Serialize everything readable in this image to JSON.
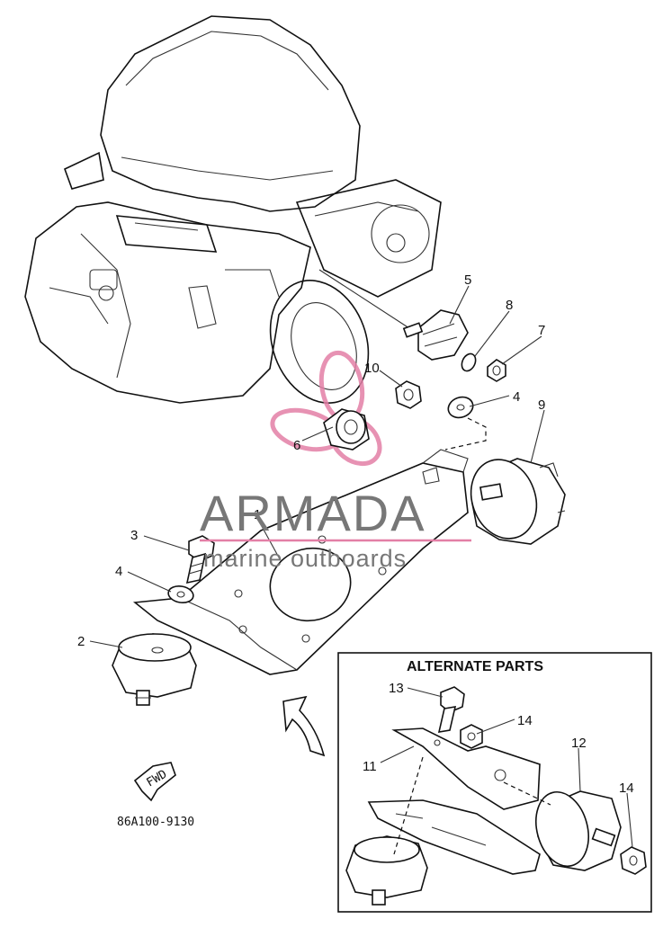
{
  "watermark": {
    "brand": "ARMADA",
    "tagline": "marine outboards",
    "brand_color": "#777777",
    "accent_color": "#e37fa6"
  },
  "callouts": {
    "c1": "1",
    "c2": "2",
    "c3": "3",
    "c4a": "4",
    "c4b": "4",
    "c5": "5",
    "c6": "6",
    "c7": "7",
    "c8": "8",
    "c9": "9",
    "c10": "10",
    "c11": "11",
    "c12": "12",
    "c13": "13",
    "c14a": "14",
    "c14b": "14"
  },
  "alternate_box": {
    "title": "ALTERNATE PARTS"
  },
  "fwd_arrow": {
    "label": "FWD"
  },
  "drawing_code": "86A100-9130"
}
